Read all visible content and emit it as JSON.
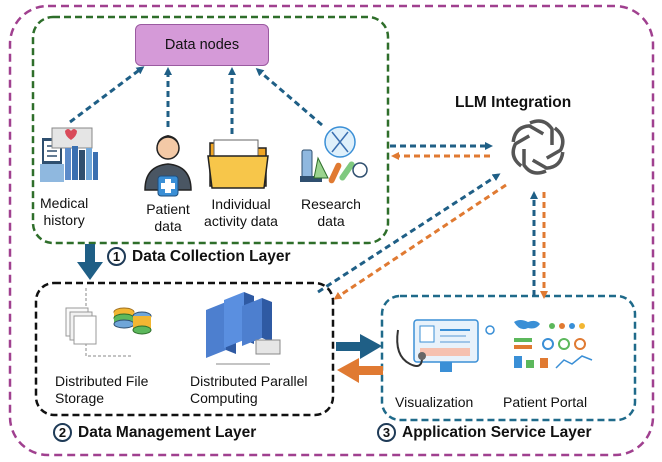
{
  "data_nodes": {
    "label": "Data nodes"
  },
  "sources": {
    "medical_history": [
      "Medical",
      "history"
    ],
    "patient_data": [
      "Patient",
      "data"
    ],
    "individual_activity": [
      "Individual",
      "activity data"
    ],
    "research_data": [
      "Research",
      "data"
    ]
  },
  "llm": {
    "title": "LLM Integration"
  },
  "layers": {
    "collection": {
      "number": "1",
      "title": "Data Collection Layer"
    },
    "management": {
      "number": "2",
      "title": "Data Management Layer"
    },
    "application": {
      "number": "3",
      "title": "Application Service Layer"
    }
  },
  "management_items": {
    "dfs": [
      "Distributed File",
      "Storage"
    ],
    "dpc": [
      "Distributed Parallel",
      "Computing"
    ]
  },
  "application_items": {
    "visualization": "Visualization",
    "patient_portal": "Patient Portal"
  },
  "colors": {
    "outer_border": "#a0408f",
    "collection_border": "#2e6e2a",
    "management_border": "#111111",
    "application_border": "#1f6a8a",
    "blue_arrow": "#1f5f86",
    "orange_arrow": "#e07a32",
    "data_nodes_fill": "#d59ad8"
  }
}
